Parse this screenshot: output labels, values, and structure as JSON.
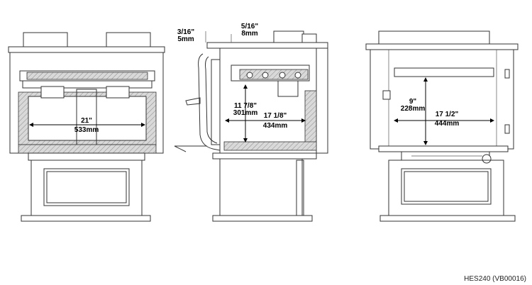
{
  "figure_id": "HES240 (VB00016)",
  "front_view": {
    "width_in": "21\"",
    "width_mm": "533mm"
  },
  "side_view": {
    "offset_a_in": "3/16\"",
    "offset_a_mm": "5mm",
    "offset_b_in": "5/16\"",
    "offset_b_mm": "8mm",
    "height_in": "11 7/8\"",
    "height_mm": "301mm",
    "depth_in": "17 1/8\"",
    "depth_mm": "434mm"
  },
  "top_view": {
    "height_in": "9\"",
    "height_mm": "228mm",
    "width_in": "17 1/2\"",
    "width_mm": "444mm"
  }
}
